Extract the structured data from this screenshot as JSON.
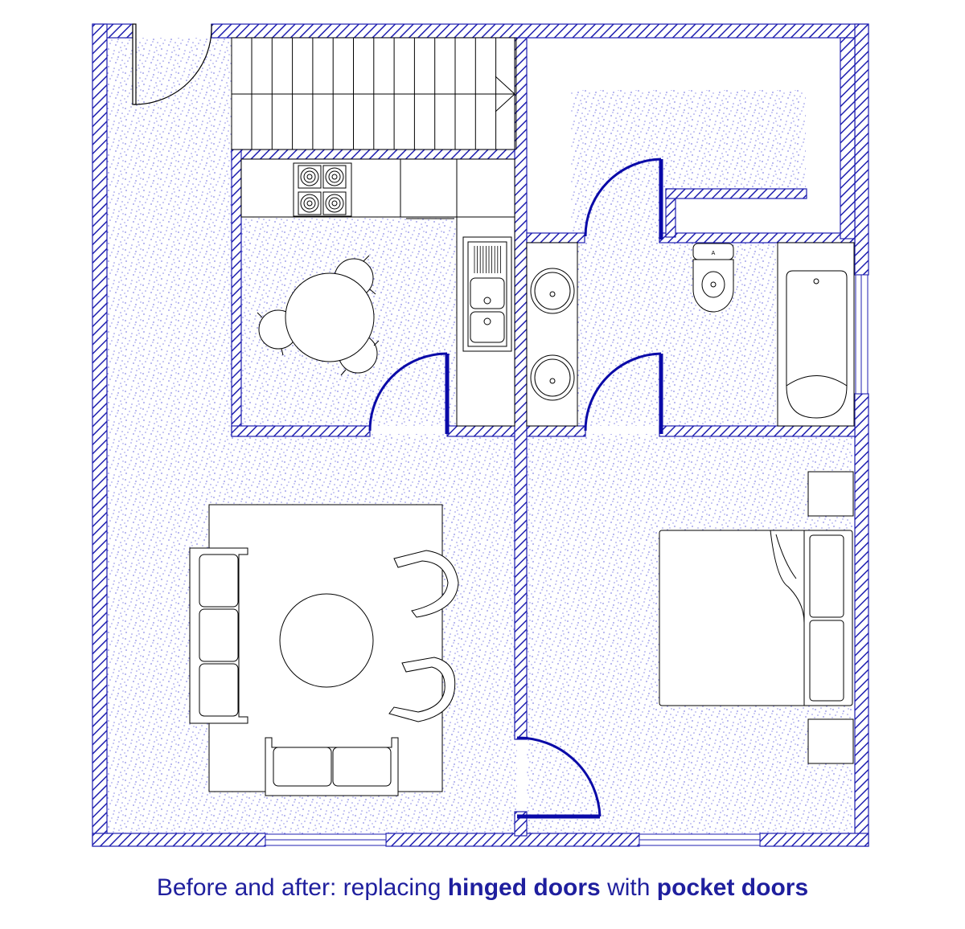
{
  "caption": {
    "prefix": "Before and after: replacing ",
    "bold1": "hinged doors",
    "middle": " with ",
    "bold2": "pocket doors"
  },
  "colors": {
    "wall_hatch": "#1f1fb0",
    "floor_dots": "#8a8ae6",
    "door_highlight": "#0a0aa8",
    "furniture_line": "#000000",
    "caption_text": "#1f1f9e"
  },
  "plan": {
    "rooms": [
      "entry",
      "staircase",
      "kitchen",
      "bathroom",
      "living-room",
      "bedroom"
    ],
    "hinged_doors_highlighted": 4
  }
}
